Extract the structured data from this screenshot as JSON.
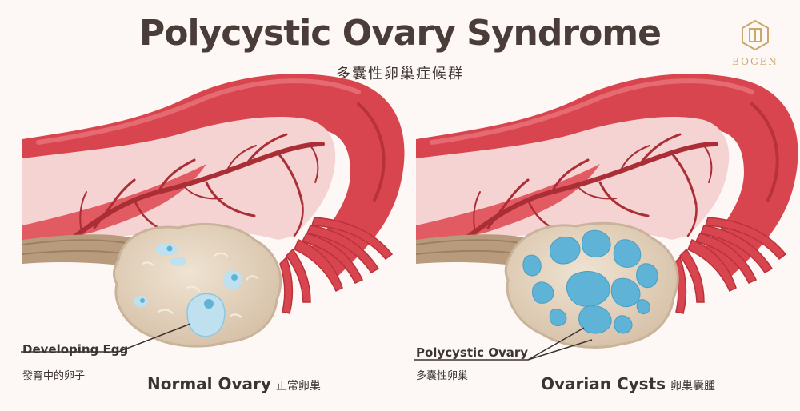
{
  "header": {
    "title": "Polycystic Ovary Syndrome",
    "subtitle": "多囊性卵巢症候群"
  },
  "logo": {
    "text": "BOGEN",
    "icon": "bogen-emblem-icon",
    "color": "#c9a86a"
  },
  "left_panel": {
    "label_main": "Developing Egg",
    "label_sub": "發育中的卵子",
    "caption_main": "Normal Ovary",
    "caption_sub": "正常卵巢"
  },
  "right_panel": {
    "label_main": "Polycystic Ovary",
    "label_sub": "多囊性卵巢",
    "caption_main": "Ovarian Cysts",
    "caption_sub": "卵巢囊腫"
  },
  "colors": {
    "tube": "#d9454e",
    "tube_dark": "#b8323b",
    "tube_inner": "#f6d3d3",
    "vessel": "#a92e35",
    "ovary": "#e6d6c2",
    "ovary_dark": "#c9b39a",
    "ligament": "#b89a7c",
    "cyst": "#5fb3d6",
    "egg": "#bfe0ee"
  }
}
